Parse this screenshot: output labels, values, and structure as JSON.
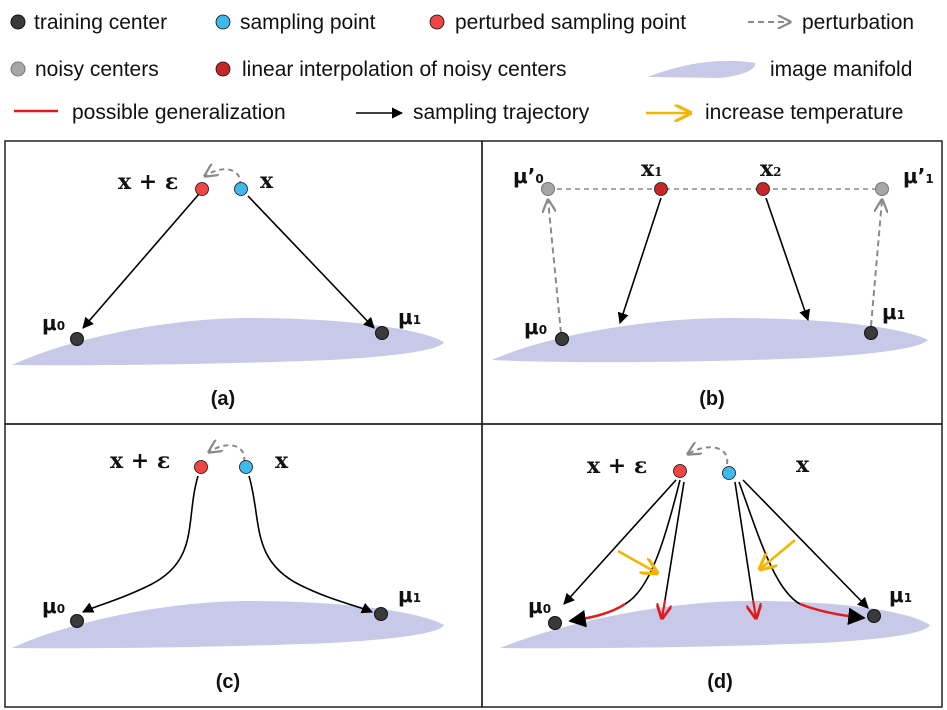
{
  "legend": {
    "training_center": "training center",
    "sampling_point": "sampling point",
    "perturbed_sampling_point": "perturbed sampling point",
    "perturbation": "perturbation",
    "noisy_centers": "noisy centers",
    "linear_interpolation": "linear interpolation of noisy centers",
    "image_manifold": "image manifold",
    "possible_generalization": "possible generalization",
    "sampling_trajectory": "sampling trajectory",
    "increase_temperature": "increase temperature"
  },
  "labels": {
    "x_plus_eps": "x + ε",
    "x": "x",
    "mu": "μ",
    "mu_prime": "μ’",
    "x_bold": "x",
    "sub0": "0",
    "sub1": "1",
    "sub2": "2"
  },
  "panels": {
    "a": "(a)",
    "b": "(b)",
    "c": "(c)",
    "d": "(d)"
  },
  "colors": {
    "training_center": "#3a3a3a",
    "sampling_point": "#3fb9ec",
    "perturbed_sampling_point": "#f04545",
    "noisy_center": "#a6a6a6",
    "interpolation": "#c62828",
    "manifold": "#c8c8e8",
    "generalization": "#e21a1a",
    "trajectory": "#000000",
    "temperature": "#f5b400",
    "perturbation": "#8a8a8a"
  }
}
